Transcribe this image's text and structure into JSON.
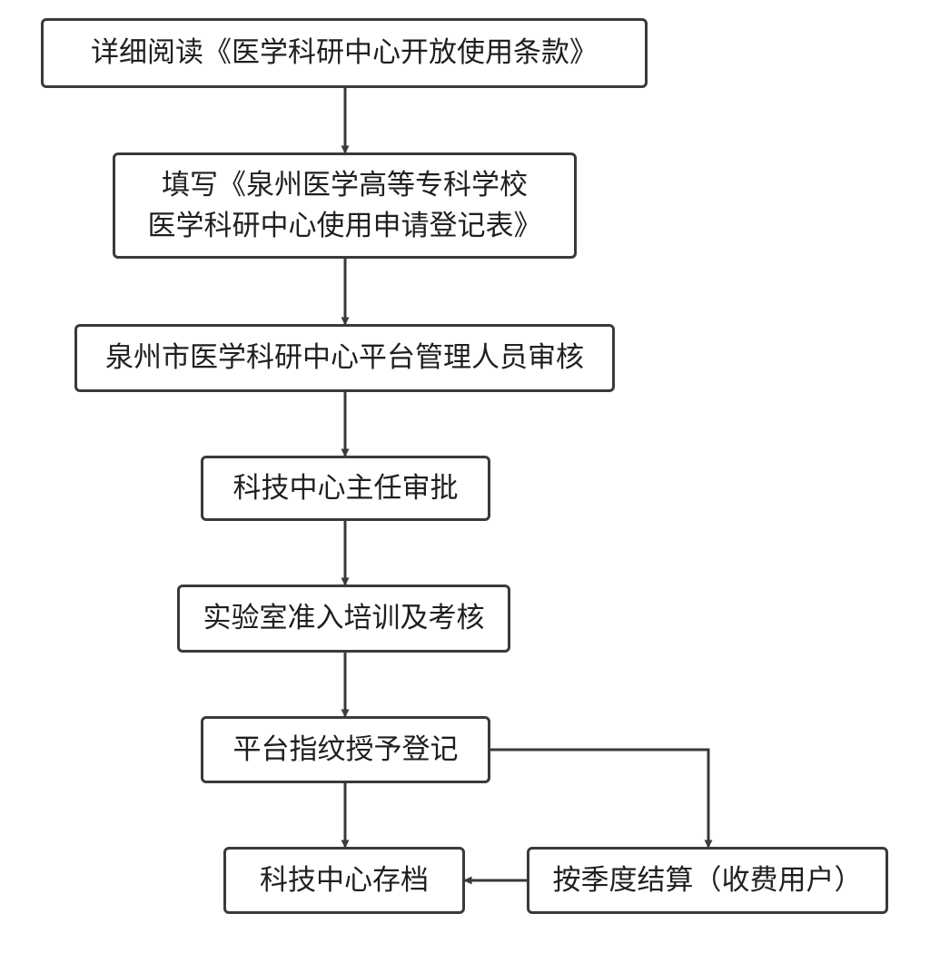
{
  "flowchart": {
    "steps": [
      {
        "id": "read",
        "lines": [
          "详细阅读《医学科研中心开放使用条款》"
        ]
      },
      {
        "id": "fill",
        "lines": [
          "填写《泉州医学高等专科学校",
          "医学科研中心使用申请登记表》"
        ]
      },
      {
        "id": "review",
        "lines": [
          "泉州市医学科研中心平台管理人员审核"
        ]
      },
      {
        "id": "approve",
        "lines": [
          "科技中心主任审批"
        ]
      },
      {
        "id": "training",
        "lines": [
          "实验室准入培训及考核"
        ]
      },
      {
        "id": "register",
        "lines": [
          "平台指纹授予登记"
        ]
      },
      {
        "id": "archive",
        "lines": [
          "科技中心存档"
        ]
      },
      {
        "id": "billing",
        "lines": [
          "按季度结算（收费用户）"
        ]
      }
    ],
    "edges": [
      {
        "from": "read",
        "to": "fill"
      },
      {
        "from": "fill",
        "to": "review"
      },
      {
        "from": "review",
        "to": "approve"
      },
      {
        "from": "approve",
        "to": "training"
      },
      {
        "from": "training",
        "to": "register"
      },
      {
        "from": "register",
        "to": "archive"
      },
      {
        "from": "register",
        "to": "billing"
      },
      {
        "from": "billing",
        "to": "archive"
      }
    ]
  }
}
